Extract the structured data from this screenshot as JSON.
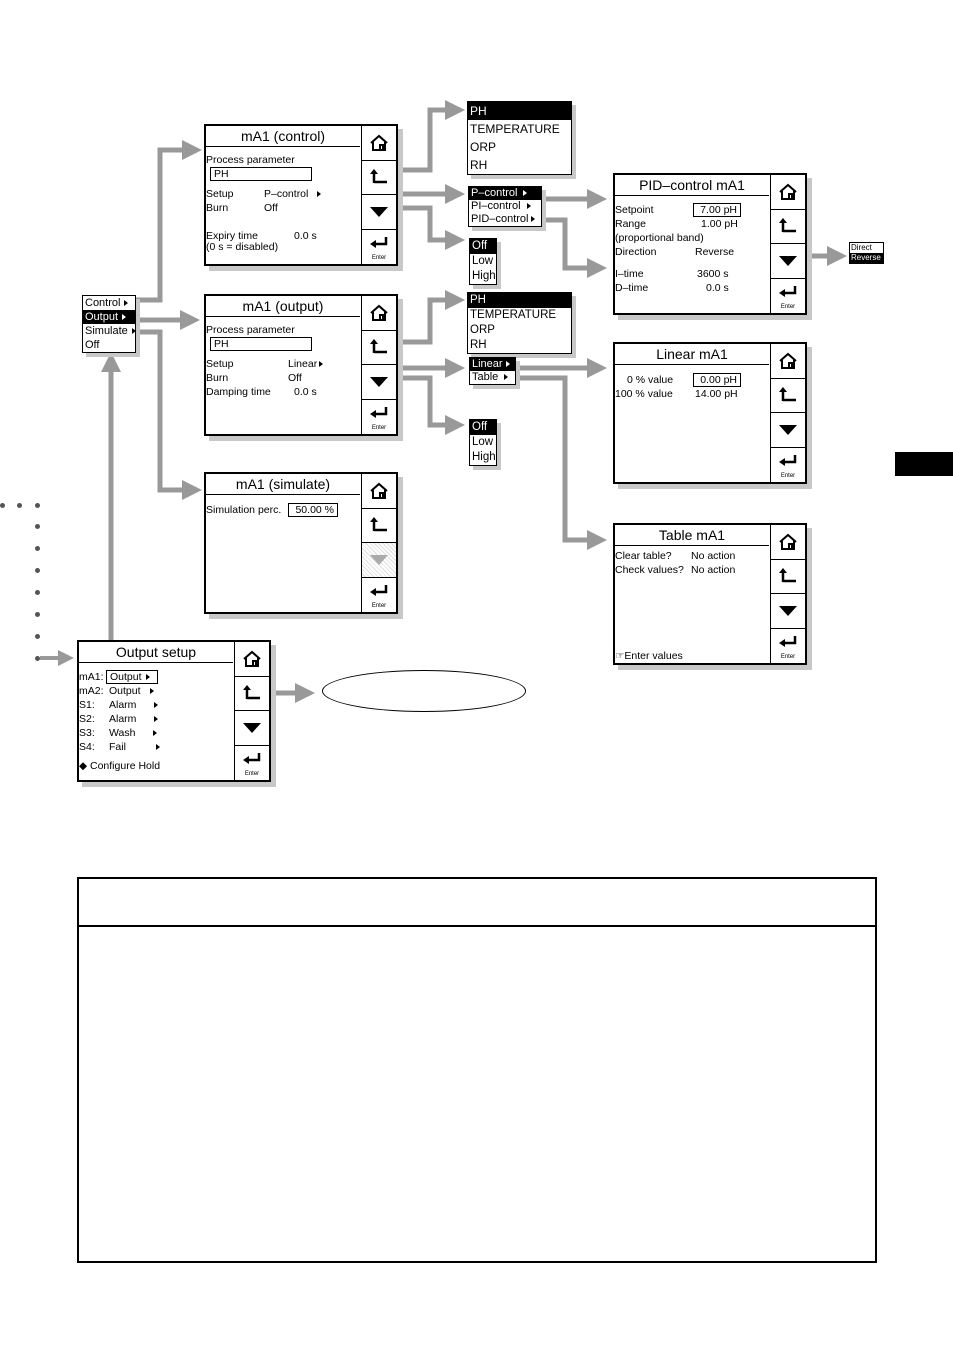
{
  "left_menu": {
    "items": [
      "Control",
      "Output",
      "Simulate",
      "Off"
    ],
    "selected": 1
  },
  "mA1_control": {
    "title": "mA1 (control)",
    "process_parameter_label": "Process parameter",
    "process_parameter_value": "PH",
    "setup_label": "Setup",
    "setup_value": "P–control",
    "burn_label": "Burn",
    "burn_value": "Off",
    "expiry_label": "Expiry time",
    "expiry_value": "0.0 s",
    "expiry_note": "(0 s = disabled)"
  },
  "mA1_output": {
    "title": "mA1 (output)",
    "process_parameter_label": "Process parameter",
    "process_parameter_value": "PH",
    "setup_label": "Setup",
    "setup_value": "Linear",
    "burn_label": "Burn",
    "burn_value": "Off",
    "damping_label": "Damping time",
    "damping_value": "0.0 s"
  },
  "mA1_simulate": {
    "title": "mA1 (simulate)",
    "sim_label": "Simulation perc.",
    "sim_value": "50.00 %"
  },
  "output_setup": {
    "title": "Output setup",
    "rows": [
      {
        "label": "mA1:",
        "value": "Output"
      },
      {
        "label": "mA2:",
        "value": "Output"
      },
      {
        "label": "S1:",
        "value": "Alarm"
      },
      {
        "label": "S2:",
        "value": "Alarm"
      },
      {
        "label": "S3:",
        "value": "Wash"
      },
      {
        "label": "S4:",
        "value": "Fail"
      }
    ],
    "hold": "Configure Hold"
  },
  "param_menu_1": {
    "items": [
      "PH",
      "TEMPERATURE",
      "ORP",
      "RH"
    ],
    "selected": 0
  },
  "param_menu_2": {
    "items": [
      "PH",
      "TEMPERATURE",
      "ORP",
      "RH"
    ],
    "selected": 0
  },
  "control_menu": {
    "items": [
      "P–control",
      "PI–control",
      "PID–control"
    ],
    "selected": 0
  },
  "burn_menu_1": {
    "items": [
      "Off",
      "Low",
      "High"
    ],
    "selected": 0
  },
  "burn_menu_2": {
    "items": [
      "Off",
      "Low",
      "High"
    ],
    "selected": 0
  },
  "output_type_menu": {
    "items": [
      "Linear",
      "Table"
    ],
    "selected": 0
  },
  "direction_menu": {
    "items": [
      "Direct",
      "Reverse"
    ],
    "selected": 1
  },
  "pid_control": {
    "title": "PID–control mA1",
    "setpoint_label": "Setpoint",
    "setpoint_value": "7.00 pH",
    "range_label": "Range",
    "range_value": "1.00 pH",
    "range_note": "(proportional band)",
    "direction_label": "Direction",
    "direction_value": "Reverse",
    "itime_label": "I–time",
    "itime_value": "3600 s",
    "dtime_label": "D–time",
    "dtime_value": "0.0 s"
  },
  "linear": {
    "title": "Linear mA1",
    "zero_label": "0 % value",
    "zero_value": "0.00 pH",
    "hundred_label": "100 % value",
    "hundred_value": "14.00 pH"
  },
  "table_mA1": {
    "title": "Table mA1",
    "clear_label": "Clear table?",
    "clear_value": "No action",
    "check_label": "Check values?",
    "check_value": "No action",
    "enter_values": "Enter values"
  },
  "enter_key_label": "Enter",
  "colors": {
    "arrow": "#999999",
    "shadow": "#c8c8c8"
  }
}
